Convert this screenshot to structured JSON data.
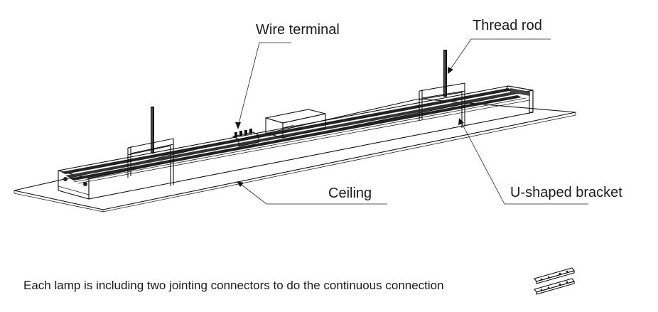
{
  "labels": {
    "wire_terminal": "Wire terminal",
    "thread_rod": "Thread rod",
    "ceiling": "Ceiling",
    "u_bracket": "U-shaped bracket"
  },
  "note": "Each lamp is including two jointing connectors to do the continuous connection",
  "colors": {
    "line": "#111111",
    "background": "#ffffff"
  }
}
